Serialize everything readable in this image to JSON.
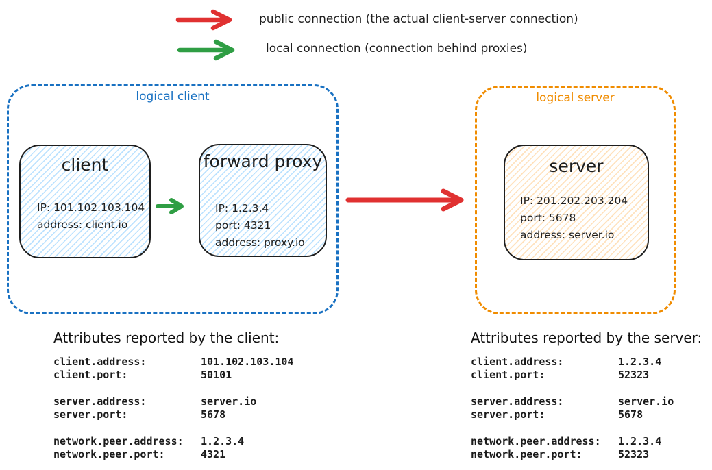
{
  "colors": {
    "red": "#e03131",
    "green": "#2f9e44",
    "blue": "#1971c2",
    "orange": "#f08c00",
    "ink": "#1e1e1e",
    "client_fill": "#a5d8ff",
    "server_fill": "#ffd8a8"
  },
  "legend": {
    "public_label": "public connection (the actual client-server connection)",
    "local_label": "local connection (connection behind proxies)"
  },
  "diagram": {
    "logical_client": {
      "label": "logical client",
      "client": {
        "title": "client",
        "lines": [
          "IP: 101.102.103.104",
          "address: client.io"
        ]
      },
      "forward_proxy": {
        "title": "forward proxy",
        "lines": [
          "IP: 1.2.3.4",
          "port: 4321",
          "address: proxy.io"
        ]
      }
    },
    "logical_server": {
      "label": "logical server",
      "server": {
        "title": "server",
        "lines": [
          "IP: 201.202.203.204",
          "port: 5678",
          "address: server.io"
        ]
      }
    }
  },
  "attributes": {
    "client": {
      "title": "Attributes reported by the client:",
      "groups": [
        [
          {
            "key": "client.address:",
            "value": "101.102.103.104"
          },
          {
            "key": "client.port:",
            "value": "50101"
          }
        ],
        [
          {
            "key": "server.address:",
            "value": "server.io"
          },
          {
            "key": "server.port:",
            "value": "5678"
          }
        ],
        [
          {
            "key": "network.peer.address:",
            "value": "1.2.3.4"
          },
          {
            "key": "network.peer.port:",
            "value": "4321"
          }
        ]
      ]
    },
    "server": {
      "title": "Attributes reported by the server:",
      "groups": [
        [
          {
            "key": "client.address:",
            "value": "1.2.3.4"
          },
          {
            "key": "client.port:",
            "value": "52323"
          }
        ],
        [
          {
            "key": "server.address:",
            "value": "server.io"
          },
          {
            "key": "server.port:",
            "value": "5678"
          }
        ],
        [
          {
            "key": "network.peer.address:",
            "value": "1.2.3.4"
          },
          {
            "key": "network.peer.port:",
            "value": "52323"
          }
        ]
      ]
    }
  }
}
